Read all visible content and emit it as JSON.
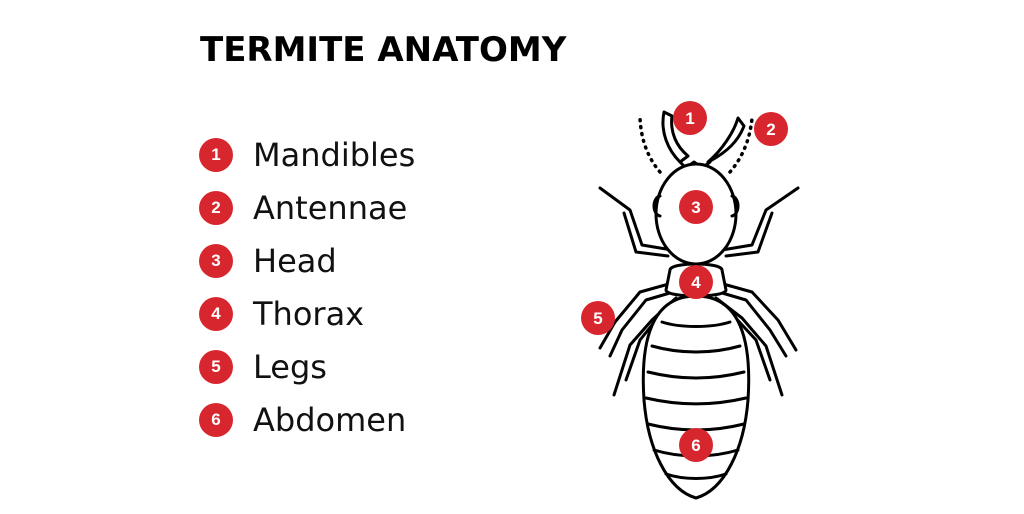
{
  "title": "TERMITE ANATOMY",
  "colors": {
    "accent": "#d7262e",
    "ink": "#000000",
    "background": "#ffffff"
  },
  "legend": [
    {
      "number": "1",
      "label": "Mandibles"
    },
    {
      "number": "2",
      "label": "Antennae"
    },
    {
      "number": "3",
      "label": "Head"
    },
    {
      "number": "4",
      "label": "Thorax"
    },
    {
      "number": "5",
      "label": "Legs"
    },
    {
      "number": "6",
      "label": "Abdomen"
    }
  ],
  "markers": [
    {
      "number": "1",
      "part": "Mandibles"
    },
    {
      "number": "2",
      "part": "Antennae"
    },
    {
      "number": "3",
      "part": "Head"
    },
    {
      "number": "4",
      "part": "Thorax"
    },
    {
      "number": "5",
      "part": "Legs"
    },
    {
      "number": "6",
      "part": "Abdomen"
    }
  ]
}
